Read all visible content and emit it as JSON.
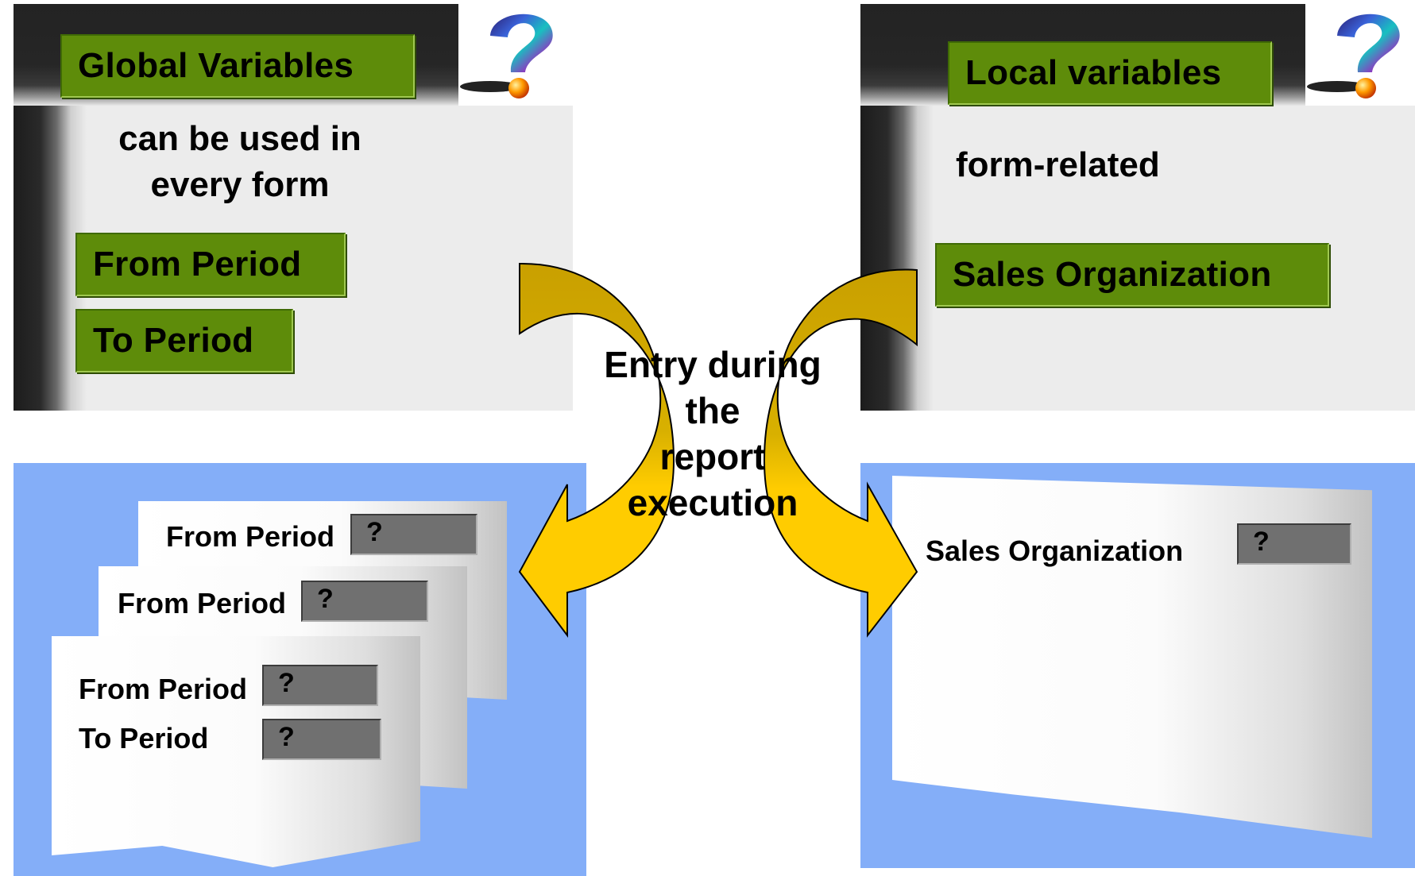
{
  "global_panel": {
    "title": "Global Variables",
    "description_line1": "can be used in",
    "description_line2": "every form",
    "variables": [
      "From Period",
      "To Period"
    ]
  },
  "local_panel": {
    "title": "Local variables",
    "description": "form-related",
    "variables": [
      "Sales Organization"
    ]
  },
  "center_label": {
    "line1": "Entry during",
    "line2": "the",
    "line3": "report",
    "line4": "execution"
  },
  "global_forms": {
    "back_form_label": "From Period",
    "middle_form_label": "From Period",
    "front_form_rows": [
      "From Period",
      "To Period"
    ],
    "field_placeholder": "?"
  },
  "local_form": {
    "label": "Sales Organization",
    "field_placeholder": "?"
  },
  "icons": {
    "help": "question-mark-icon",
    "arrow_left": "curved-arrow-down-left-icon",
    "arrow_right": "curved-arrow-down-right-icon"
  },
  "colors": {
    "variable_box": "#5e8c0a",
    "arrow_fill_top": "#c9a000",
    "arrow_fill_bottom": "#ffcc00",
    "form_background": "#84aef8",
    "input_field": "#707070"
  }
}
